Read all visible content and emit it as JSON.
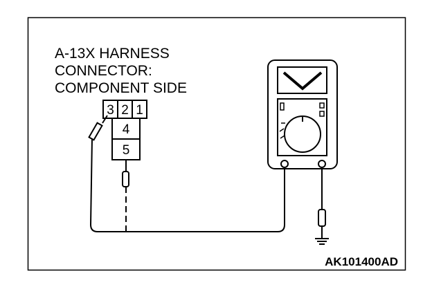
{
  "caption": {
    "line1": "A-13X HARNESS",
    "line2": "CONNECTOR:",
    "line3": "COMPONENT SIDE"
  },
  "connector": {
    "pins_top": [
      "3",
      "2",
      "1"
    ],
    "pin_middle": "4",
    "pin_bottom": "5"
  },
  "figure_code": "AK101400AD"
}
